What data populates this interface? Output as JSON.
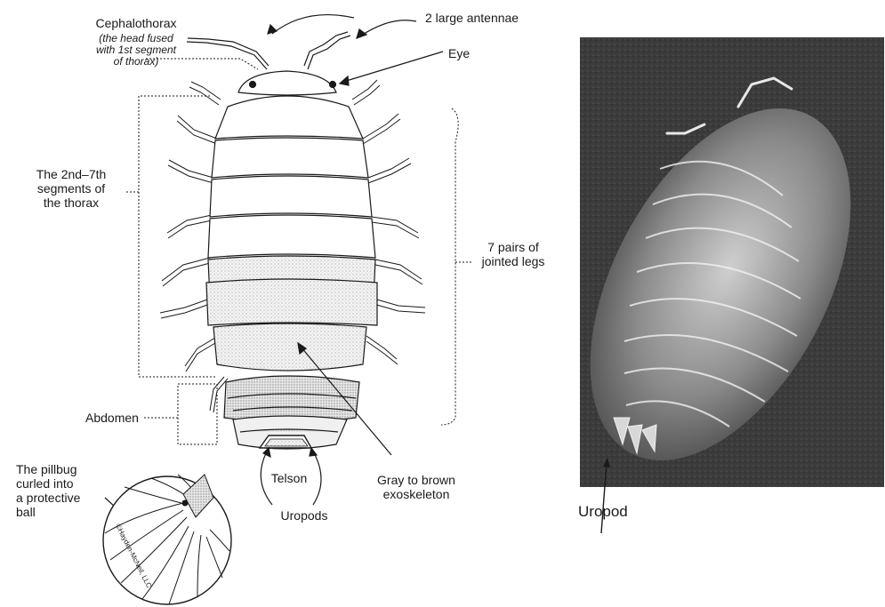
{
  "labels": {
    "cephalothorax": "Cephalothorax",
    "cephalothorax_note": [
      "(the head fused",
      "with 1st segment",
      "of thorax)"
    ],
    "antennae": "2 large antennae",
    "eye": "Eye",
    "thorax_segments": [
      "The 2nd–7th",
      "segments of",
      "the thorax"
    ],
    "legs": [
      "7 pairs of",
      "jointed legs"
    ],
    "abdomen": "Abdomen",
    "telson": "Telson",
    "uropods": "Uropods",
    "exoskeleton": [
      "Gray to brown",
      "exoskeleton"
    ],
    "pillbug": [
      "The pillbug",
      "curled into",
      "a protective",
      "ball"
    ],
    "credit": "©Hayden-McNeil, LLC"
  },
  "photo": {
    "caption": "Uropod"
  },
  "colors": {
    "ink": "#1a1a1a",
    "shell_light": "#ffffff",
    "shell_stipple": "#dcdcdc",
    "photo_bg": "#3a3a3a"
  }
}
